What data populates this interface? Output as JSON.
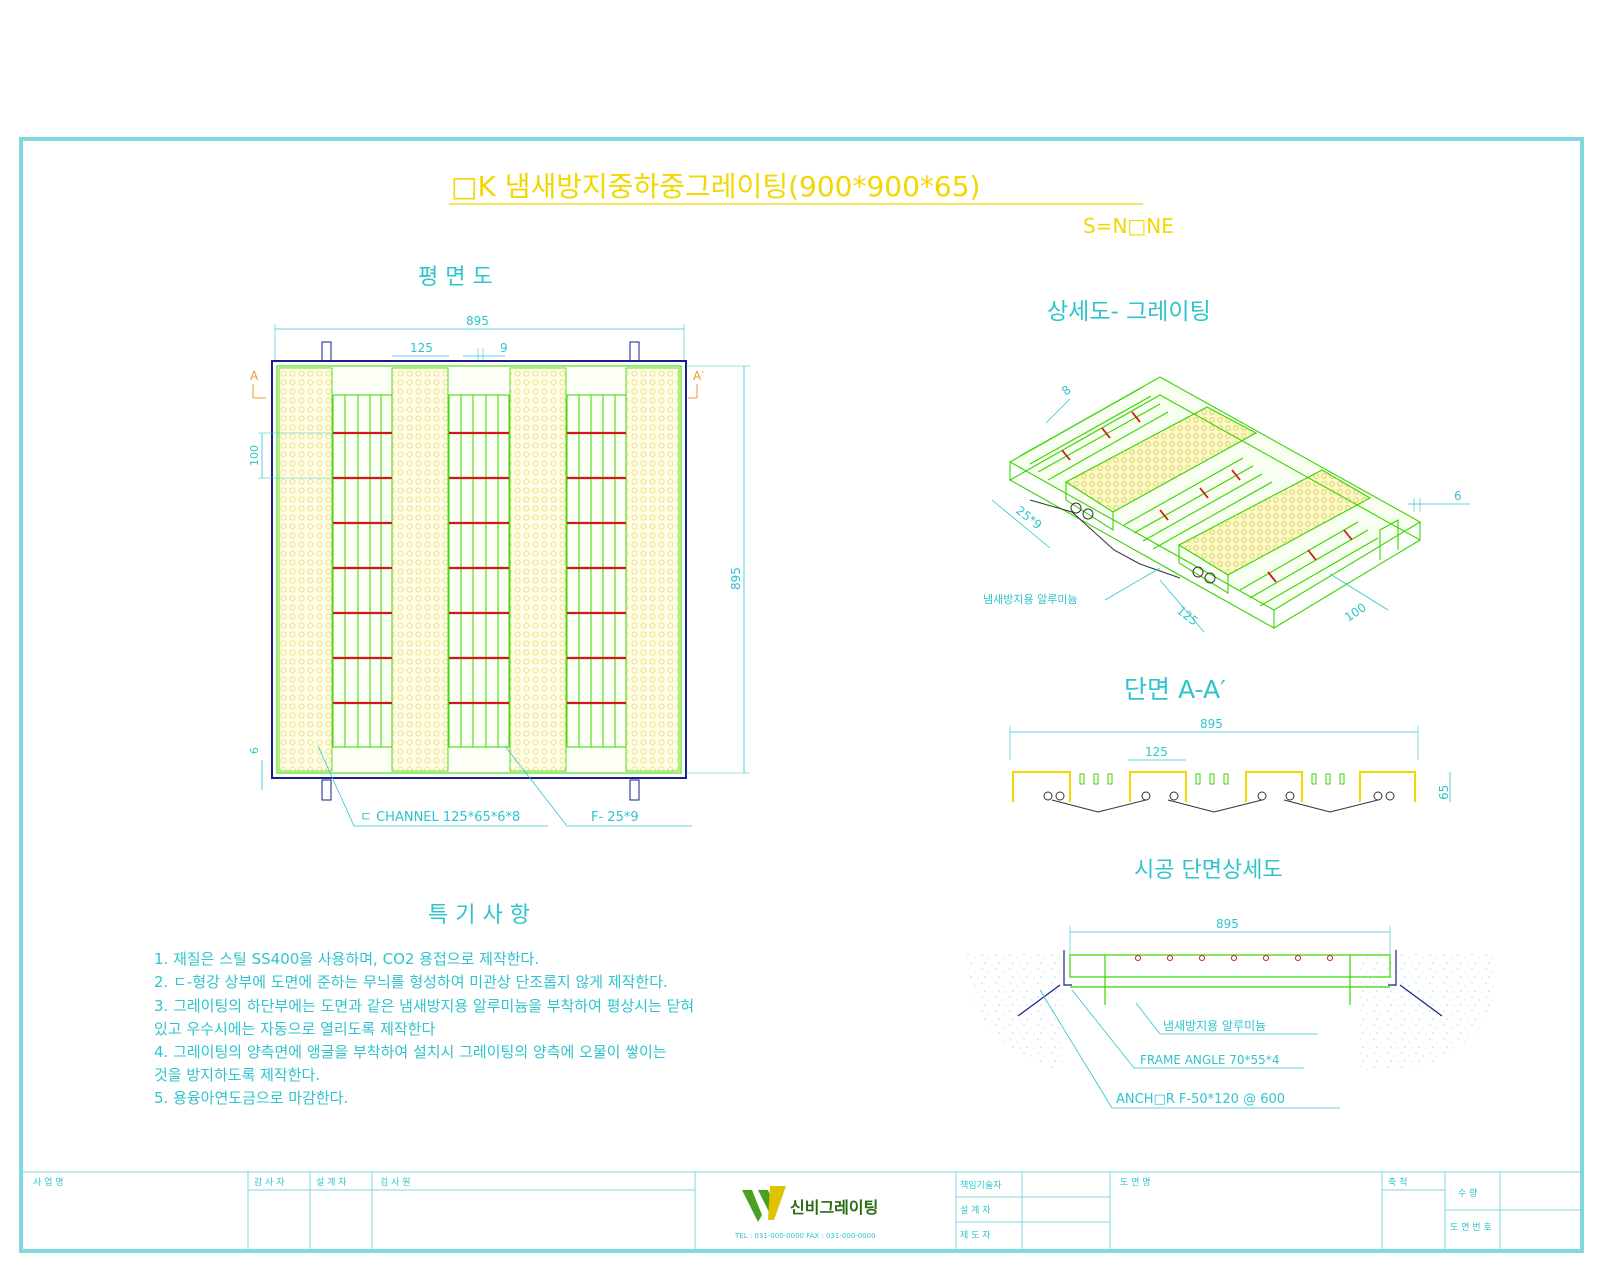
{
  "title": "□K 냄새방지중하중그레이팅(900*900*65)",
  "scale": "S=N□NE",
  "plan": {
    "heading": "평 면 도",
    "dim_width": "895",
    "dim_channel": "125",
    "dim_gap": "9",
    "dim_height": "895",
    "dim_pitch": "100",
    "dim_plate": "6",
    "section_mark_left": "A",
    "section_mark_right": "A′",
    "callout_channel": "ㄷ CHANNEL 125*65*6*8",
    "callout_flat": "F- 25*9"
  },
  "detail": {
    "heading": "상세도- 그레이팅",
    "dim_8": "8",
    "dim_25x9": "25*9",
    "dim_6": "6",
    "dim_125": "125",
    "dim_100": "100",
    "callout": "냄새방지용 알루미늄"
  },
  "section": {
    "heading": "단면 A-A′",
    "dim_width": "895",
    "dim_125": "125",
    "dim_65": "65"
  },
  "install": {
    "heading": "시공 단면상세도",
    "dim_width": "895",
    "callout_1": "냄새방지용 알루미늄",
    "callout_2": "FRAME ANGLE 70*55*4",
    "callout_3": "ANCH□R F-50*120 @ 600"
  },
  "notes": {
    "heading": "특 기 사 항",
    "lines": [
      "1.  재질은 스틸 SS400을 사용하며, CO2 용접으로 제작한다.",
      "2. ㄷ-형강 상부에 도면에 준하는 무늬를 형성하여 미관상 단조롭지 않게 제작한다.",
      "3. 그레이팅의 하단부에는 도면과 같은 냄새방지용  알루미늄을 부착하여 평상시는 닫혀",
      "있고 우수시에는 자동으로 열리도록 제작한다",
      "4. 그레이팅의 양측면에 앵글을 부착하여 설치시 그레이팅의 양측에 오물이 쌓이는",
      "것을 방지하도록 제작한다.",
      "5. 용융아연도금으로 마감한다."
    ]
  },
  "titleblock": {
    "cells": [
      "사 업 명",
      "감 사 자",
      "설 계 자",
      "검 사 원",
      "책임기술자",
      "설 계 자",
      "제 도 자",
      "도 면 명",
      "축 척",
      "수 량",
      "도 면 번 호"
    ],
    "company": "신비그레이팅",
    "contact": "TEL : 031-000-0000   FAX : 031-000-0000",
    "colors": {
      "frame": "#7fd9dd",
      "cyan": "#2fc4cc",
      "yellow": "#f2d800",
      "green": "#39d400",
      "red": "#d01818",
      "navy": "#1a1f8c"
    }
  }
}
